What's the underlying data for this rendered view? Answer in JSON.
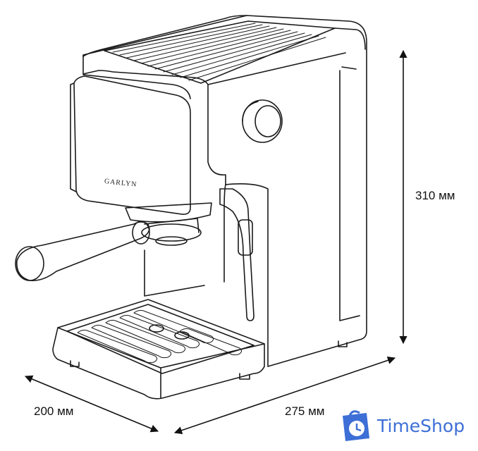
{
  "product": {
    "brand_on_machine": "GARLYN"
  },
  "dimensions": {
    "height": "310 мм",
    "depth": "200 мм",
    "width": "275 мм"
  },
  "watermark": {
    "brand": "TimeShop",
    "color": "#3d6fd6",
    "icon": "clock-bag-icon"
  }
}
